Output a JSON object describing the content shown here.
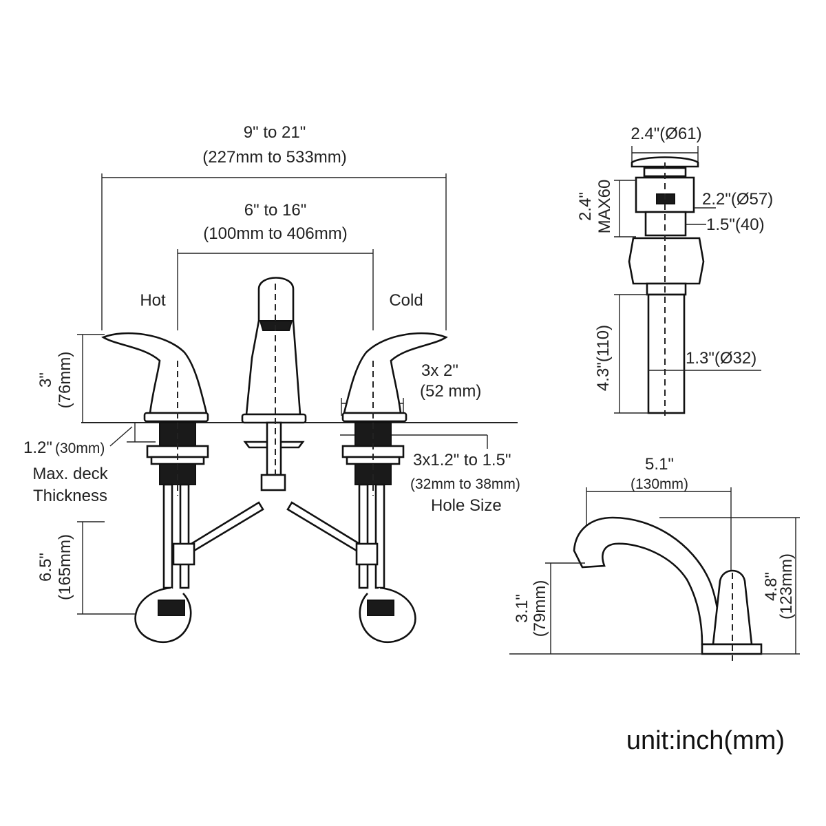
{
  "front_view": {
    "overall_width": "9\" to 21\"",
    "overall_width_mm": "(227mm to 533mm)",
    "handle_spread": "6\" to 16\"",
    "handle_spread_mm": "(100mm to 406mm)",
    "hot_label": "Hot",
    "cold_label": "Cold",
    "handle_height": "3\"",
    "handle_height_mm": "(76mm)",
    "base_width": "3x 2\"",
    "base_width_mm": "(52 mm)",
    "deck_thickness": "1.2\"",
    "deck_thickness_mm": "(30mm)",
    "deck_caption_line1": "Max. deck",
    "deck_caption_line2": "Thickness",
    "hole_size": "3x1.2\" to 1.5\"",
    "hole_size_mm": "(32mm to 38mm)",
    "hole_caption": "Hole Size",
    "hose_length": "6.5\"",
    "hose_length_mm": "(165mm)"
  },
  "drain_view": {
    "cap_diameter": "2.4\"(Ø61)",
    "body_height": "2.4\"",
    "body_height_max": "MAX60",
    "body_diameter": "2.2\"(Ø57)",
    "thread_diameter": "1.5\"(40)",
    "tail_length": "4.3\"(110)",
    "tail_diameter": "1.3\"(Ø32)"
  },
  "side_view": {
    "reach": "5.1\"",
    "reach_mm": "(130mm)",
    "spout_height": "3.1\"",
    "spout_height_mm": "(79mm)",
    "total_height": "4.8\"",
    "total_height_mm": "(123mm)"
  },
  "unit_note": "unit:inch(mm)"
}
